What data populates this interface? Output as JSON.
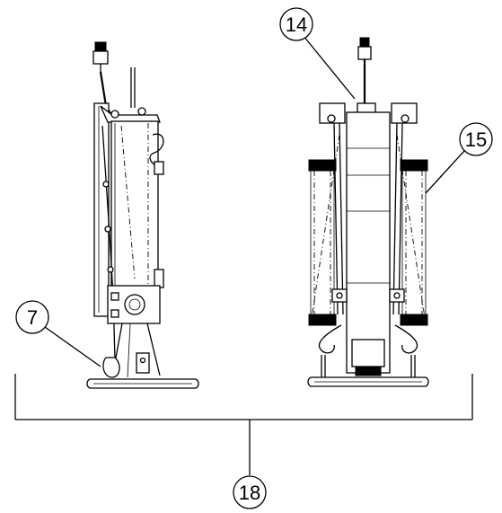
{
  "callouts": {
    "c14": "14",
    "c15": "15",
    "c7": "7",
    "c18": "18"
  }
}
